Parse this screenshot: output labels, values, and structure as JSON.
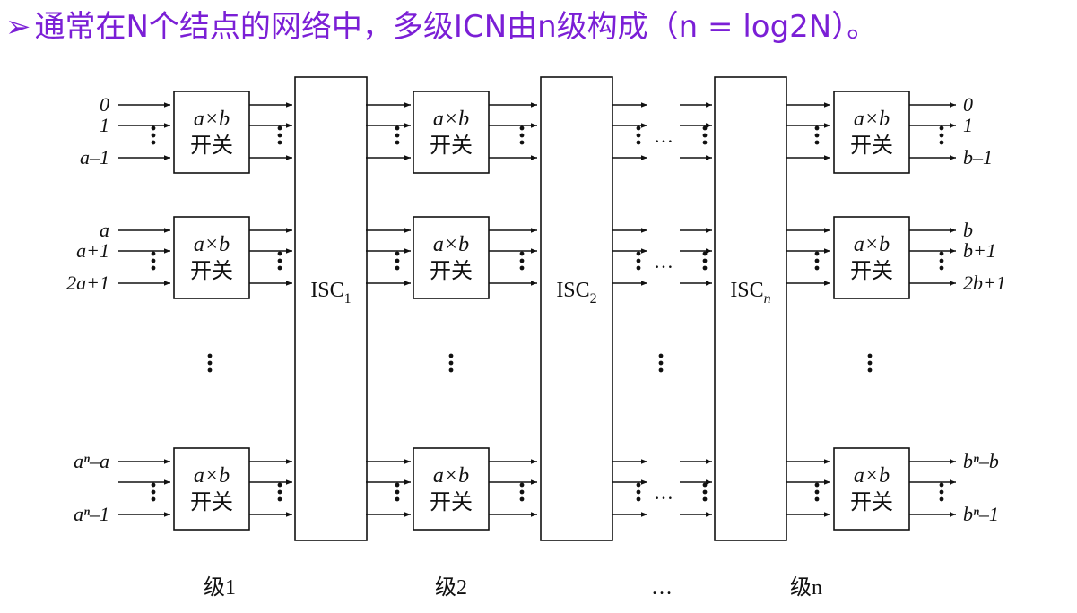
{
  "title": {
    "bullet": "➢",
    "text": "通常在N个结点的网络中，多级ICN由n级构成（n = log2N）。"
  },
  "switch_label": {
    "size": "a×b",
    "name": "开关"
  },
  "inputs": {
    "group1": [
      "0",
      "1",
      "a–1"
    ],
    "group2": [
      "a",
      "a+1",
      "2a+1"
    ],
    "group3": [
      "aⁿ–a",
      "aⁿ–1"
    ]
  },
  "outputs": {
    "group1": [
      "0",
      "1",
      "b–1"
    ],
    "group2": [
      "b",
      "b+1",
      "2b+1"
    ],
    "group3": [
      "bⁿ–b",
      "bⁿ–1"
    ]
  },
  "isc": [
    {
      "base": "ISC",
      "sub": "1"
    },
    {
      "base": "ISC",
      "sub": "2"
    },
    {
      "base": "ISC",
      "sub": "n"
    }
  ],
  "ellipsis": "…",
  "stages": [
    "级1",
    "级2",
    "…",
    "级n"
  ]
}
